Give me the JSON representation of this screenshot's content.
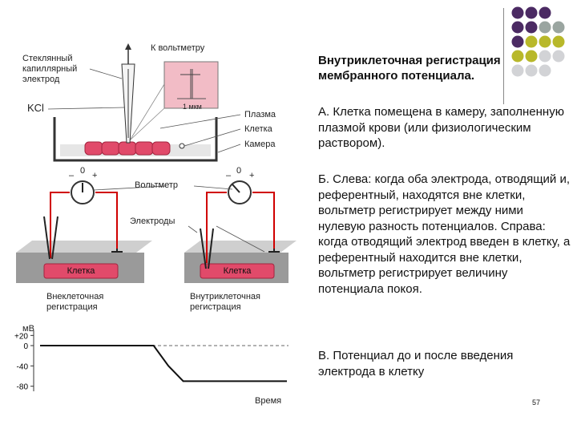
{
  "slide": {
    "title": "Внутриклеточная регистрация мембранного потенциала.",
    "para_a": "А. Клетка помещена в камеру, заполненную плазмой крови (или физиологическим раствором).",
    "para_b": "Б. Слева: когда оба электрода, отводящий и, референтный, находятся вне клетки, вольтметр регистрирует между ними нулевую разность потенциалов. Справа: когда отводящий электрод введен в клетку, а референтный находится вне клетки, вольтметр регистрирует величину потенциала покоя.",
    "para_c": "В. Потенциал до и после введения электрода в клетку",
    "page_number": "57"
  },
  "fig_a": {
    "electrode_label": "Стеклянный\nкапиллярный\nэлектрод",
    "kcl": "KCl",
    "to_voltmeter": "К вольтметру",
    "scale": "1 мкм",
    "plasma": "Плазма",
    "cell": "Клетка",
    "chamber": "Камера"
  },
  "fig_b": {
    "zero_left": "0",
    "zero_right": "0",
    "minus_left": "–",
    "plus_left": "+",
    "minus_right": "–",
    "plus_right": "+",
    "voltmeter": "Вольтметр",
    "electrodes": "Электроды",
    "cell_left": "Клетка",
    "cell_right": "Клетка",
    "caption_left": "Внеклеточная\nрегистрация",
    "caption_right": "Внутриклеточная\nрегистрация"
  },
  "fig_c": {
    "ylabel": "мВ",
    "xlabel": "Время",
    "ticks": [
      "+20",
      "0",
      "-40",
      "-80"
    ]
  },
  "chart_data": {
    "type": "line",
    "title": "",
    "xlabel": "Время",
    "ylabel": "мВ",
    "yticks": [
      20,
      0,
      -40,
      -80
    ],
    "ylim": [
      -90,
      30
    ],
    "series": [
      {
        "x": [
          0,
          0.46,
          0.52,
          0.58,
          1.0
        ],
        "values": [
          0,
          0,
          -40,
          -70,
          -70
        ]
      }
    ],
    "reference_line": {
      "value": 0,
      "style": "dashed"
    }
  },
  "colors": {
    "cell": "#e14a6a",
    "plasma": "#e6e6e6",
    "wire": "#d00000",
    "dot_purple": "#4b2a63",
    "dot_olive": "#b8b82a",
    "dot_grey": "#9aa5a0",
    "dot_light": "#d2d3d6"
  }
}
